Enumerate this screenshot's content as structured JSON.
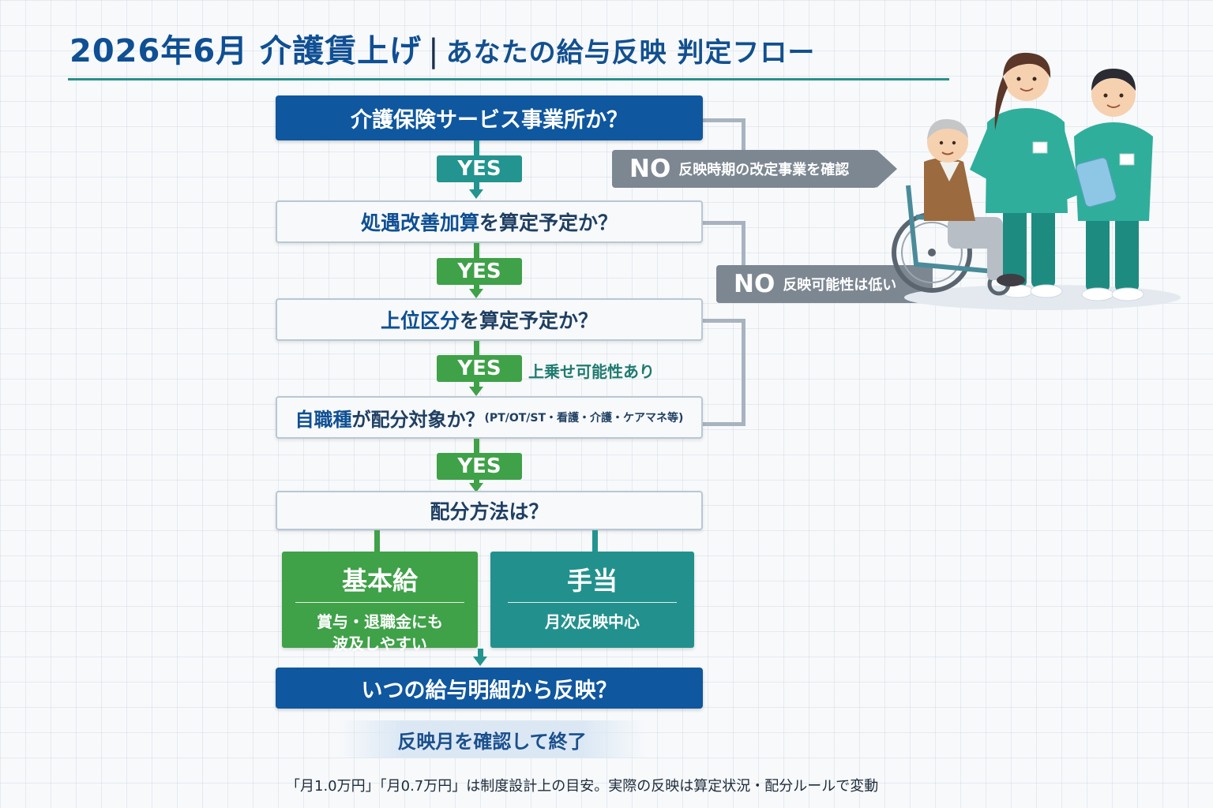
{
  "title": {
    "main": "2026年6月 介護賃上げ",
    "separator": "|",
    "sub": "あなたの給与反映 判定フロー"
  },
  "flow": {
    "q1": "介護保険サービス事業所か？",
    "q2_highlight": "処遇改善加算",
    "q2_rest": "を算定予定か？",
    "q3_highlight": "上位区分",
    "q3_rest": "を算定予定か？",
    "q4_highlight": "自職種",
    "q4_rest": "が配分対象か？",
    "q4_small": "(PT/OT/ST・看護・介護・ケアマネ等)",
    "q5": "配分方法は？",
    "q6": "いつの給与明細から反映？",
    "end": "反映月を確認して終了",
    "yes": [
      "YES",
      "YES",
      "YES",
      "YES"
    ],
    "yes3_note": "上乗せ可能性あり"
  },
  "no_branches": [
    {
      "label": "NO",
      "text": "反映時期の改定事業を確認"
    },
    {
      "label": "NO",
      "text": "反映可能性は低い"
    }
  ],
  "cards": {
    "base": {
      "title": "基本給",
      "line1": "賞与・退職金にも",
      "line2": "波及しやすい"
    },
    "allowance": {
      "title": "手当",
      "line1": "月次反映中心"
    }
  },
  "footnote": "「月1.0万円」「月0.7万円」は制度設計上の目安。実際の反映は算定状況・配分ルールで変動",
  "colors": {
    "blue": "#0f579e",
    "teal": "#23948f",
    "green": "#3fa148",
    "gray": "#7d8792",
    "title": "#0f4f93"
  },
  "illustration": {
    "description_icon": "caregivers-with-wheelchair-resident"
  }
}
